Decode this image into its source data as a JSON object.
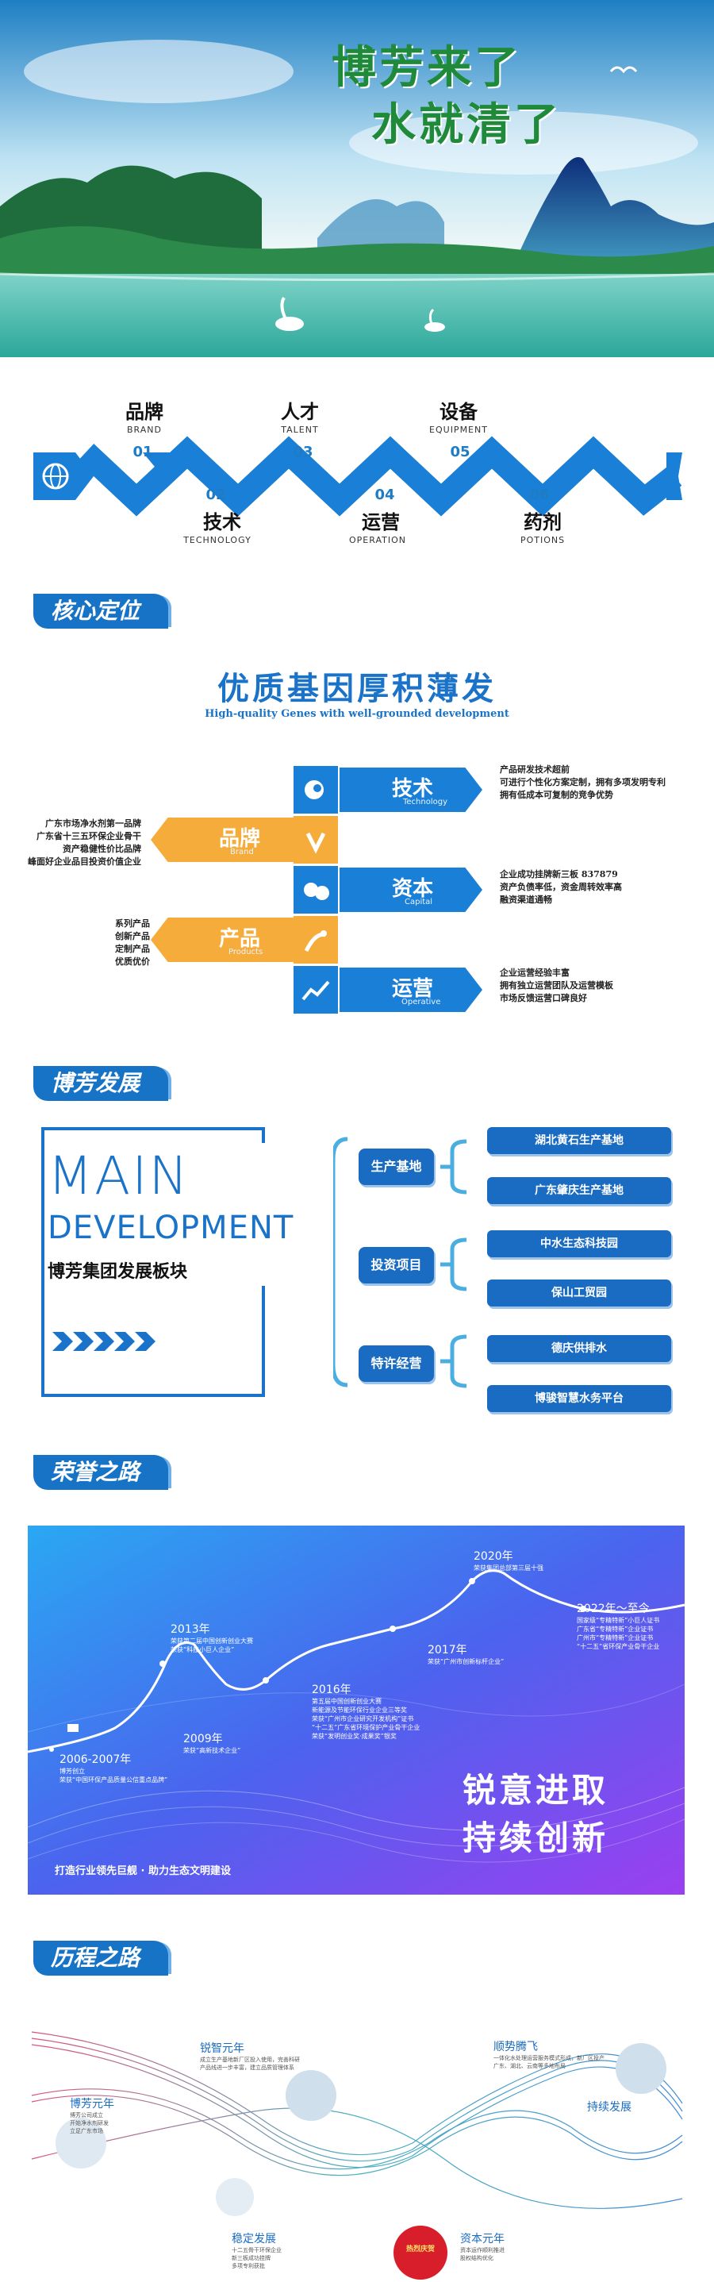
{
  "hero": {
    "line1": "博芳来了",
    "line2": "水就清了"
  },
  "strip": {
    "top": [
      {
        "cn": "品牌",
        "en": "BRAND",
        "num": "01"
      },
      {
        "cn": "人才",
        "en": "TALENT",
        "num": "03"
      },
      {
        "cn": "设备",
        "en": "EQUIPMENT",
        "num": "05"
      }
    ],
    "bottom": [
      {
        "cn": "技术",
        "en": "TECHNOLOGY",
        "num": "02"
      },
      {
        "cn": "运营",
        "en": "OPERATION",
        "num": "04"
      },
      {
        "cn": "药剂",
        "en": "POTIONS",
        "num": "06"
      }
    ]
  },
  "sections": {
    "core": "核心定位",
    "dev": "博芳发展",
    "honor": "荣誉之路",
    "history": "历程之路"
  },
  "core": {
    "title": "优质基因厚积薄发",
    "subtitle": "High-quality Genes with well-grounded development",
    "bars": [
      {
        "cn": "技术",
        "en": "Technology",
        "lines": [
          "产品研发技术超前",
          "可进行个性化方案定制，拥有多项发明专利",
          "拥有低成本可复制的竞争优势"
        ]
      },
      {
        "cn": "品牌",
        "en": "Brand",
        "lines": [
          "广东市场净水剂第一品牌",
          "广东省十三五环保企业骨干",
          "资产稳健性价比品牌",
          "峰面好企业品目投资价值企业"
        ]
      },
      {
        "cn": "资本",
        "en": "Capital",
        "lines": [
          "企业成功挂牌新三板 837879",
          "资产负债率低，资金周转效率高",
          "融资渠道通畅"
        ]
      },
      {
        "cn": "产品",
        "en": "Products",
        "lines": [
          "系列产品",
          "创新产品",
          "定制产品",
          "优质优价"
        ]
      },
      {
        "cn": "运营",
        "en": "Operative",
        "lines": [
          "企业运营经验丰富",
          "拥有独立运营团队及运营模板",
          "市场反馈运营口碑良好"
        ]
      }
    ]
  },
  "dev": {
    "main1": "MAIN",
    "main2": "DEVELOPMENT",
    "subtitle": "博芳集团发展板块",
    "groups": [
      {
        "label": "生产基地",
        "items": [
          "湖北黄石生产基地",
          "广东肇庆生产基地"
        ]
      },
      {
        "label": "投资项目",
        "items": [
          "中水生态科技园",
          "保山工贸园"
        ]
      },
      {
        "label": "特许经营",
        "items": [
          "德庆供排水",
          "博骏智慧水务平台"
        ]
      }
    ]
  },
  "honor": {
    "milestones": [
      {
        "year": "2006-2007年",
        "lines": [
          "博芳创立",
          "荣获“中国环保产品质量公信重点品牌”"
        ]
      },
      {
        "year": "2009年",
        "lines": [
          "荣获“高新技术企业”"
        ]
      },
      {
        "year": "2013年",
        "lines": [
          "荣获第二届中国创新创业大赛",
          "荣获“科技小巨人企业”"
        ]
      },
      {
        "year": "2016年",
        "lines": [
          "第五届中国创新创业大赛",
          "新能源及节能环保行业企业三等奖",
          "荣获“广州市企业研究开发机构”证书",
          "“十二五”广东省环境保护产业骨干企业",
          "荣获“发明创业奖·成果奖”银奖"
        ]
      },
      {
        "year": "2017年",
        "lines": [
          "荣获“广州市创新标杆企业”"
        ]
      },
      {
        "year": "2020年",
        "lines": [
          "荣获集团总部第三届十强"
        ]
      },
      {
        "year": "2022年～至今",
        "lines": [
          "国家级“专精特新”小巨人证书",
          "广东省“专精特新”企业证书",
          "广州市“专精特新”企业证书",
          "“十二五”省环保产业骨干企业"
        ]
      }
    ],
    "slogan1": "锐意进取",
    "slogan2": "持续创新",
    "bottom": "打造行业领先巨舰 · 助力生态文明建设"
  },
  "history": {
    "nodes": [
      {
        "label": "博芳元年",
        "lines": [
          "博芳公司成立",
          "开始净水剂研发",
          "立足广东市场"
        ]
      },
      {
        "label": "锐智元年",
        "lines": [
          "成立生产基地新厂区投入使用，完善科研",
          "产品线进一步丰富，建立品质管理体系"
        ]
      },
      {
        "label": "稳定发展",
        "lines": [
          "十二五骨干环保企业",
          "新三板成功挂牌",
          "多项专利获批"
        ]
      },
      {
        "label": "资本元年",
        "lines": [
          "资本运作顺利推进",
          "股权结构优化"
        ]
      },
      {
        "label": "顺势腾飞",
        "lines": [
          "一体化水处理运营服务模式形成，新厂区投产",
          "广东、湖北、云南等多地布局"
        ]
      },
      {
        "label": "持续发展",
        "lines": []
      }
    ],
    "stamp": "热烈庆贺"
  },
  "colors": {
    "blue": "#1a73c8",
    "orange": "#f6ac3a",
    "green": "#1e8a3a",
    "purple": "#7a3ff0"
  }
}
